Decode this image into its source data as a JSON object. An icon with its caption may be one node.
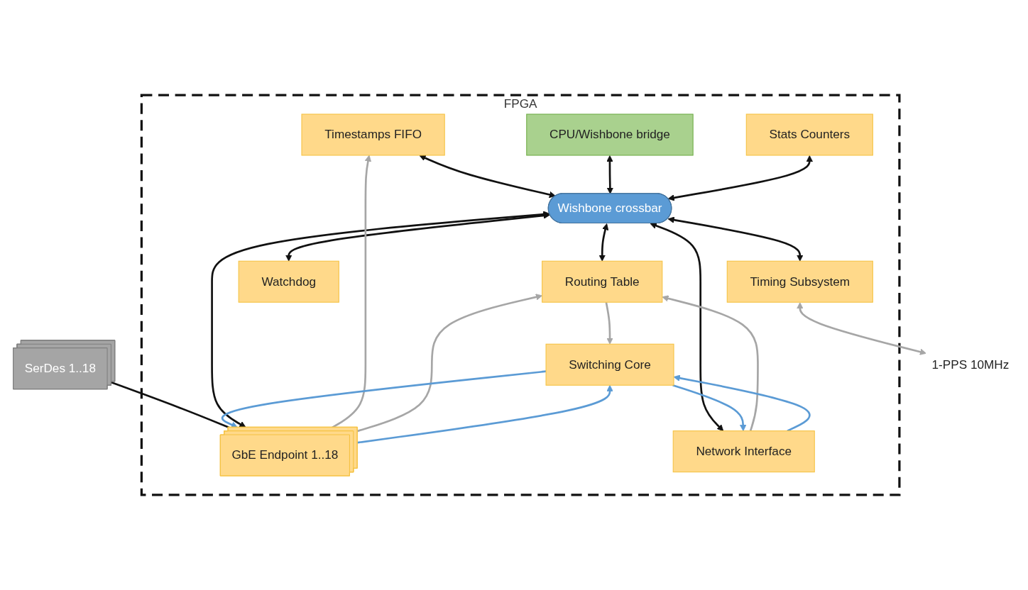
{
  "diagram": {
    "nodes": [
      {
        "text": [
          "FPGA"
        ]
      },
      {
        "text": [
          "Timestamps FIFO"
        ],
        "in": 0
      },
      {
        "text": [
          "CPU/Wishbone bridge"
        ],
        "in": 0
      },
      {
        "text": [
          "Stats Counters"
        ],
        "in": 0
      },
      {
        "text": [
          "SerDes 1..18"
        ]
      },
      {
        "text": [
          "GbE Endpoint 1..18"
        ],
        "in": 0
      },
      {
        "text": [
          "Wishbone crossbar"
        ],
        "in": 0
      },
      {
        "text": [
          "Timing Subsystem"
        ],
        "in": 0
      },
      {
        "text": [
          "Watchdog"
        ],
        "in": 0
      },
      {
        "text": [
          "Routing Table"
        ],
        "in": 0
      },
      {
        "text": [
          "Switching Core"
        ],
        "in": 0
      },
      {
        "text": [
          "Network Interface"
        ],
        "in": 0
      },
      {
        "text": [
          "1-PPS 10MHz"
        ]
      }
    ],
    "edges": [
      {
        "from": 1,
        "to": 6,
        "arrow": "both"
      },
      {
        "from": 2,
        "to": 6,
        "arrow": "both"
      },
      {
        "from": 3,
        "to": 6,
        "arrow": "both"
      },
      {
        "from": 4,
        "to": 5,
        "arrow": "none"
      },
      {
        "from": 5,
        "to": 6,
        "arrow": "both"
      },
      {
        "from": 6,
        "to": 7,
        "arrow": "both"
      },
      {
        "from": 6,
        "to": 8,
        "arrow": "both"
      },
      {
        "from": 6,
        "to": 9,
        "arrow": "both"
      },
      {
        "from": 6,
        "to": 11,
        "arrow": "both"
      },
      {
        "from": 5,
        "to": 1,
        "arrow": "to",
        "color": "#a6a6a6"
      },
      {
        "from": 5,
        "to": 9,
        "arrow": "to",
        "color": "#a6a6a6"
      },
      {
        "from": 9,
        "to": 10,
        "arrow": "to",
        "color": "#a6a6a6"
      },
      {
        "from": 11,
        "to": 9,
        "arrow": "to",
        "color": "#a6a6a6"
      },
      {
        "from": 7,
        "to": 12,
        "arrow": "both",
        "color": "#a6a6a6"
      },
      {
        "from": 10,
        "to": 5,
        "arrow": "to",
        "color": "#5b9bd5"
      },
      {
        "from": 5,
        "to": 10,
        "arrow": "to",
        "color": "#5b9bd5"
      },
      {
        "from": 11,
        "to": 10,
        "arrow": "to",
        "color": "#5b9bd5"
      },
      {
        "from": 10,
        "to": 11,
        "arrow": "to",
        "color": "#5b9bd5"
      }
    ]
  }
}
